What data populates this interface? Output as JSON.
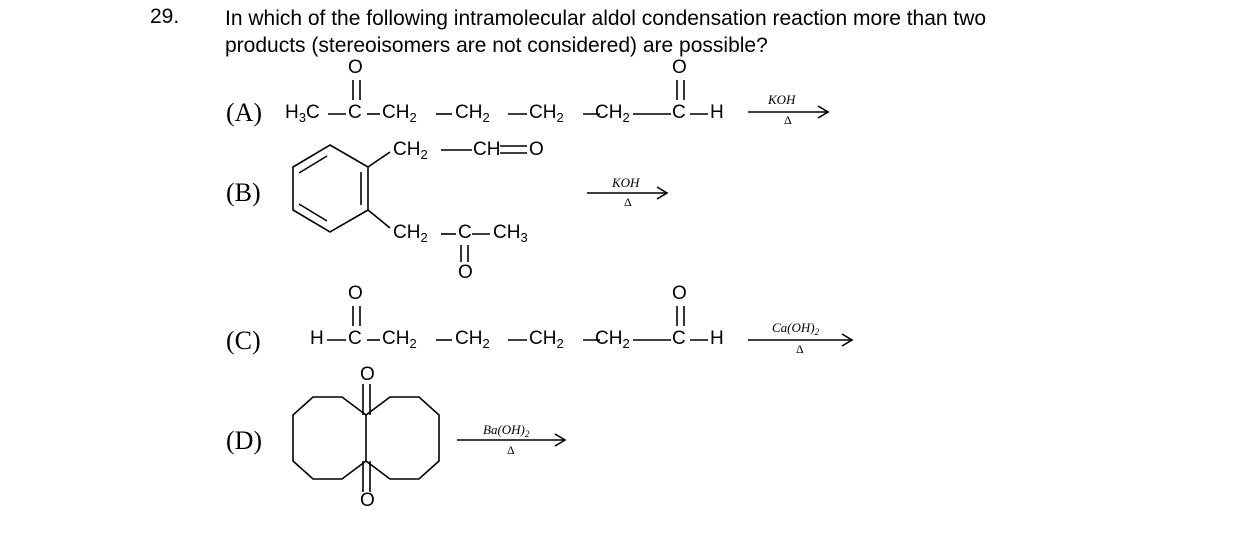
{
  "question": {
    "number": "29.",
    "text_line1": "In which of the following intramolecular aldol condensation reaction more than two",
    "text_line2": "products (stereoisomers are not considered) are possible?"
  },
  "options": {
    "a": {
      "label": "(A)",
      "h3c": "H",
      "h3c_sub": "3",
      "h3c_c": "C",
      "c": "C",
      "ch2_1": "CH",
      "ch2_2": "CH",
      "ch2_3": "CH",
      "ch2_4": "CH",
      "sub2": "2",
      "c2": "C",
      "h": "H",
      "o": "O",
      "reagent": "KOH",
      "delta": "Δ"
    },
    "b": {
      "label": "(B)",
      "ch2_top": "CH",
      "sub2": "2",
      "ch_eq_o": "CH",
      "o": "O",
      "ch2_bot": "CH",
      "c": "C",
      "ch3": "CH",
      "sub3": "3",
      "reagent": "KOH",
      "delta": "Δ"
    },
    "c": {
      "label": "(C)",
      "h_left": "H",
      "c": "C",
      "ch2_1": "CH",
      "ch2_2": "CH",
      "ch2_3": "CH",
      "ch2_4": "CH",
      "sub2": "2",
      "c2": "C",
      "h_right": "H",
      "o": "O",
      "reagent": "Ca(OH)",
      "reagent_sub": "2",
      "delta": "Δ"
    },
    "d": {
      "label": "(D)",
      "o": "O",
      "reagent": "Ba(OH)",
      "reagent_sub": "2",
      "delta": "Δ"
    }
  }
}
